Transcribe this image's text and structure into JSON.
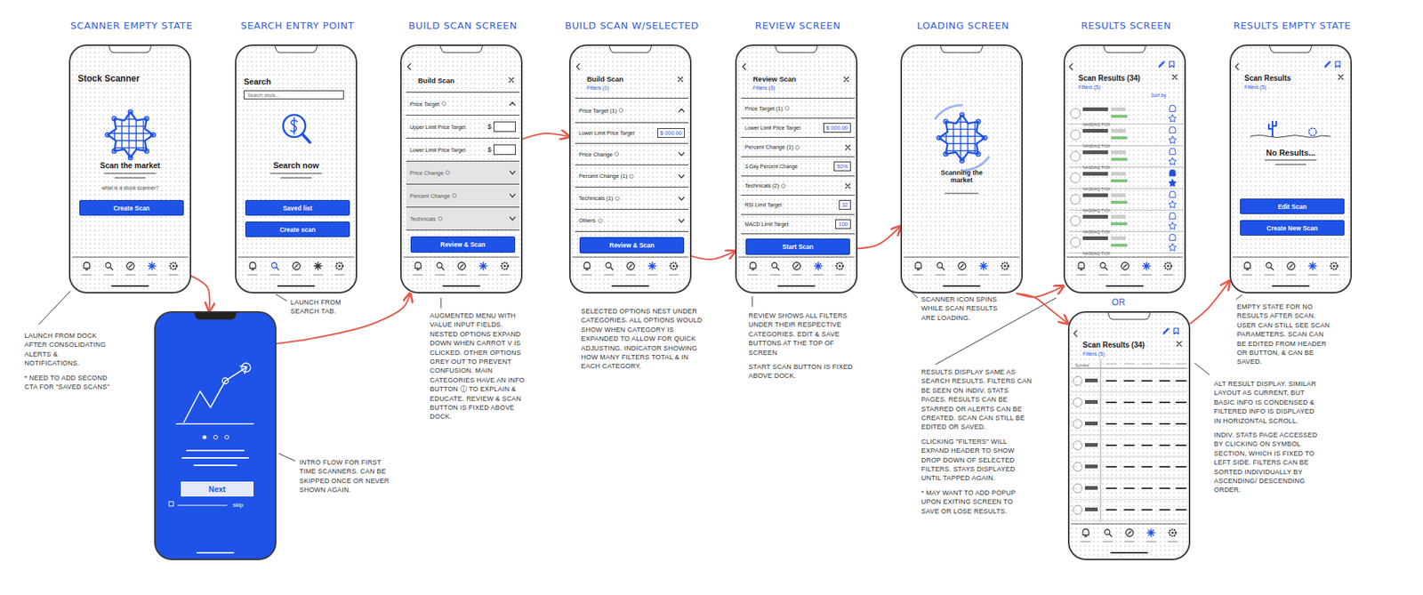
{
  "diagram": {
    "nodes": [
      {
        "text": [
          "SCANNER EMPTY STATE",
          "Stock Scanner",
          "Scan the market",
          "what is a stock scanner?"
        ]
      },
      {
        "text": [
          "Create Scan"
        ],
        "in": 0
      },
      {
        "text": [
          "SEARCH ENTRY POINT",
          "Search",
          "Search now"
        ]
      },
      {
        "text": [
          "Search stock..."
        ],
        "in": 2
      },
      {
        "text": [
          "Saved list"
        ],
        "in": 2
      },
      {
        "text": [
          "Create scan"
        ],
        "in": 2
      },
      {
        "text": [
          "BUILD SCAN SCREEN",
          "Build Scan"
        ]
      },
      {
        "text": [
          "Price Target"
        ],
        "in": 6
      },
      {
        "text": [
          "Upper Limit Price Target",
          "$"
        ],
        "in": 6
      },
      {
        "text": [
          "Lower Limit Price Target",
          "$"
        ],
        "in": 6
      },
      {
        "text": [
          "Price Change"
        ],
        "in": 6
      },
      {
        "text": [
          "Percent Change"
        ],
        "in": 6
      },
      {
        "text": [
          "Technicals"
        ],
        "in": 6
      },
      {
        "text": [
          "Review & Scan"
        ],
        "in": 6
      },
      {
        "text": [
          "BUILD SCAN W/SELECTED",
          "Build Scan",
          "Filters (1)"
        ]
      },
      {
        "text": [
          "Price Target (1)"
        ],
        "in": 14
      },
      {
        "text": [
          "Lower Limit Price Target",
          "$ 000.00"
        ],
        "in": 14
      },
      {
        "text": [
          "Price Change"
        ],
        "in": 14
      },
      {
        "text": [
          "Percent Change (1)"
        ],
        "in": 14
      },
      {
        "text": [
          "Technicals (1)"
        ],
        "in": 14
      },
      {
        "text": [
          "Others"
        ],
        "in": 14
      },
      {
        "text": [
          "Review & Scan"
        ],
        "in": 14
      },
      {
        "text": [
          "REVIEW SCREEN",
          "Review Scan",
          "Filters (3)"
        ]
      },
      {
        "text": [
          "Price Target (1)"
        ],
        "in": 22
      },
      {
        "text": [
          "Lower Limit Price Target",
          "$ 000.00"
        ],
        "in": 22
      },
      {
        "text": [
          "Percent Change (1)"
        ],
        "in": 22
      },
      {
        "text": [
          "3-Day Percent Change",
          "50%"
        ],
        "in": 22
      },
      {
        "text": [
          "Technicals (2)"
        ],
        "in": 22
      },
      {
        "text": [
          "RSI Limit Target",
          "32"
        ],
        "in": 22
      },
      {
        "text": [
          "MACD Limit Target",
          "100"
        ],
        "in": 22
      },
      {
        "text": [
          "Start Scan"
        ],
        "in": 22
      },
      {
        "text": [
          "LOADING SCREEN",
          "Scanning the market"
        ]
      },
      {
        "text": [
          "RESULTS SCREEN",
          "Scan Results (34)",
          "Filters (5)",
          "Sort by"
        ]
      },
      {
        "text": [
          "NASDAQ:TICK"
        ],
        "in": 32
      },
      {
        "text": [
          "NASDAQ:TICK"
        ],
        "in": 32
      },
      {
        "text": [
          "NASDAQ:TICK"
        ],
        "in": 32
      },
      {
        "text": [
          "NASDAQ:TICK"
        ],
        "in": 32
      },
      {
        "text": [
          "NASDAQ:TICK"
        ],
        "in": 32
      },
      {
        "text": [
          "NASDAQ:TICK"
        ],
        "in": 32
      },
      {
        "text": [
          "NASDAQ:TICK"
        ],
        "in": 32
      },
      {
        "text": [
          "RESULTS EMPTY STATE",
          "Scan Results",
          "Filters (5)",
          "No Results..."
        ]
      },
      {
        "text": [
          "Edit Scan"
        ],
        "in": 40
      },
      {
        "text": [
          "Create New Scan"
        ],
        "in": 40
      },
      {
        "text": [
          "skip"
        ]
      },
      {
        "text": [
          "Next"
        ],
        "in": 43
      },
      {
        "text": [
          "Scan Results (34)",
          "Filters (5)",
          "Symbol"
        ]
      }
    ],
    "edges": [
      {
        "from": 0,
        "to": 43,
        "arrow": "to"
      },
      {
        "from": 43,
        "to": 6,
        "arrow": "to"
      },
      {
        "from": 6,
        "to": 14,
        "arrow": "to"
      },
      {
        "from": 14,
        "to": 22,
        "arrow": "to"
      },
      {
        "from": 22,
        "to": 31,
        "arrow": "to"
      },
      {
        "from": 31,
        "to": 32,
        "arrow": "to"
      },
      {
        "from": 31,
        "to": 45,
        "arrow": "to"
      },
      {
        "from": 45,
        "to": 40,
        "arrow": "to"
      }
    ],
    "labels": [
      "LAUNCH FROM DOCK AFTER CONSOLIDATING ALERTS & NOTIFICATIONS.",
      "* NEED TO ADD SECOND CTA FOR \"SAVED SCANS\"",
      "LAUNCH FROM SEARCH TAB.",
      "AUGMENTED MENU WITH VALUE INPUT FIELDS. NESTED OPTIONS EXPAND DOWN WHEN CARROT V IS CLICKED. OTHER OPTIONS GREY OUT TO PREVENT CONFUSION. MAIN CATEGORIES HAVE AN INFO BUTTON ⓘ TO EXPLAIN & EDUCATE. REVIEW & SCAN BUTTON IS FIXED ABOVE DOCK.",
      "SELECTED OPTIONS NEST UNDER CATEGORIES. ALL OPTIONS WOULD SHOW WHEN CATEGORY IS EXPANDED TO ALLOW FOR QUICK ADJUSTING. INDICATOR SHOWING HOW MANY FILTERS TOTAL & IN EACH CATEGORY.",
      "REVIEW SHOWS ALL FILTERS UNDER THEIR RESPECTIVE CATEGORIES. EDIT & SAVE BUTTONS AT THE TOP OF SCREEN",
      "START SCAN BUTTON IS FIXED ABOVE DOCK.",
      "SCANNER ICON SPINS WHILE SCAN RESULTS ARE LOADING.",
      "OR",
      "RESULTS DISPLAY SAME AS SEARCH RESULTS. FILTERS CAN BE SEEN ON INDIV. STATS PAGES. RESULTS CAN BE STARRED OR ALERTS CAN BE CREATED. SCAN CAN STILL BE EDITED OR SAVED.",
      "CLICKING \"FILTERS\" WILL EXPAND HEADER TO SHOW DROP DOWN OF SELECTED FILTERS. STAYS DISPLAYED UNTIL TAPPED AGAIN.",
      "* MAY WANT TO ADD POPUP UPON EXITING SCREEN TO SAVE OR LOSE RESULTS.",
      "EMPTY STATE FOR NO RESULTS AFTER SCAN. USER CAN STILL SEE SCAN PARAMETERS. SCAN CAN BE EDITED FROM HEADER OR BUTTON, & CAN BE SAVED.",
      "INTRO FLOW FOR FIRST TIME SCANNERS. CAN BE SKIPPED ONCE OR NEVER SHOWN AGAIN.",
      "ALT RESULT DISPLAY. SIMILAR LAYOUT AS CURRENT, BUT BASIC INFO IS CONDENSED & FILTERED INFO IS DISPLAYED IN HORIZONTAL SCROLL.",
      "INDIV. STATS PAGE ACCESSED BY CLICKING ON SYMBOL SECTION, WHICH IS FIXED TO LEFT SIDE. FILTERS CAN BE SORTED INDIVIDUALLY BY ASCENDING/ DESCENDING ORDER."
    ]
  }
}
